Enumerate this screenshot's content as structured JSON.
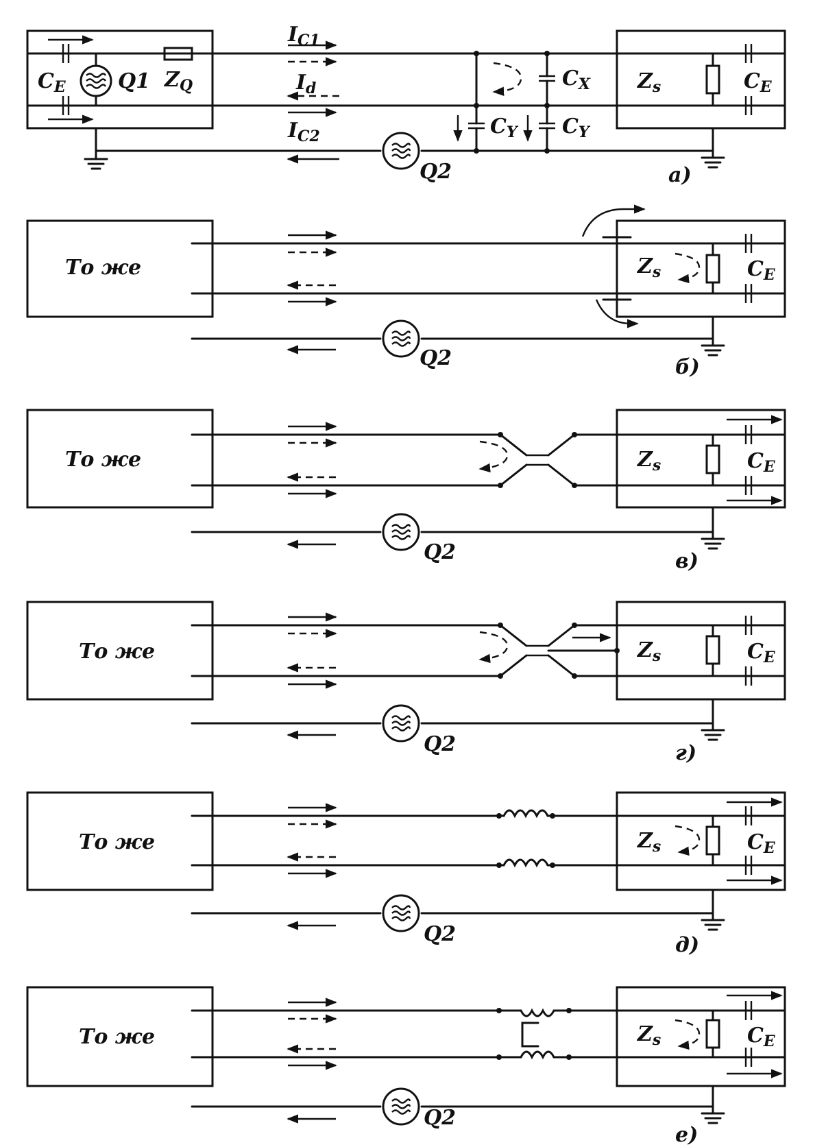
{
  "panels": [
    {
      "id": "a",
      "caption": "а)",
      "left_labels": {
        "ce": "C",
        "ce_sub": "E",
        "source": "Q1",
        "zq": "Z",
        "zq_sub": "Q"
      },
      "currents": {
        "ic1": "I",
        "ic1_sub": "C1",
        "id": "I",
        "id_sub": "d",
        "ic2": "I",
        "ic2_sub": "C2"
      },
      "caps": {
        "cx": "C",
        "cx_sub": "X",
        "cy1": "C",
        "cy1_sub": "Y",
        "cy2": "C",
        "cy2_sub": "Y"
      },
      "load": {
        "zs": "Z",
        "zs_sub": "s",
        "ce": "C",
        "ce_sub": "E"
      },
      "source2": "Q2"
    },
    {
      "id": "b",
      "caption": "б)",
      "same_text": "То же",
      "load": {
        "zs": "Z",
        "zs_sub": "s",
        "ce": "C",
        "ce_sub": "E"
      },
      "source2": "Q2"
    },
    {
      "id": "v",
      "caption": "в)",
      "same_text": "То же",
      "load": {
        "zs": "Z",
        "zs_sub": "s",
        "ce": "C",
        "ce_sub": "E"
      },
      "source2": "Q2"
    },
    {
      "id": "g",
      "caption": "г)",
      "same_text": "То же",
      "load": {
        "zs": "Z",
        "zs_sub": "s",
        "ce": "C",
        "ce_sub": "E"
      },
      "source2": "Q2"
    },
    {
      "id": "d",
      "caption": "д)",
      "same_text": "То же",
      "load": {
        "zs": "Z",
        "zs_sub": "s",
        "ce": "C",
        "ce_sub": "E"
      },
      "source2": "Q2"
    },
    {
      "id": "e",
      "caption": "е)",
      "same_text": "То же",
      "load": {
        "zs": "Z",
        "zs_sub": "s",
        "ce": "C",
        "ce_sub": "E"
      },
      "source2": "Q2"
    }
  ]
}
